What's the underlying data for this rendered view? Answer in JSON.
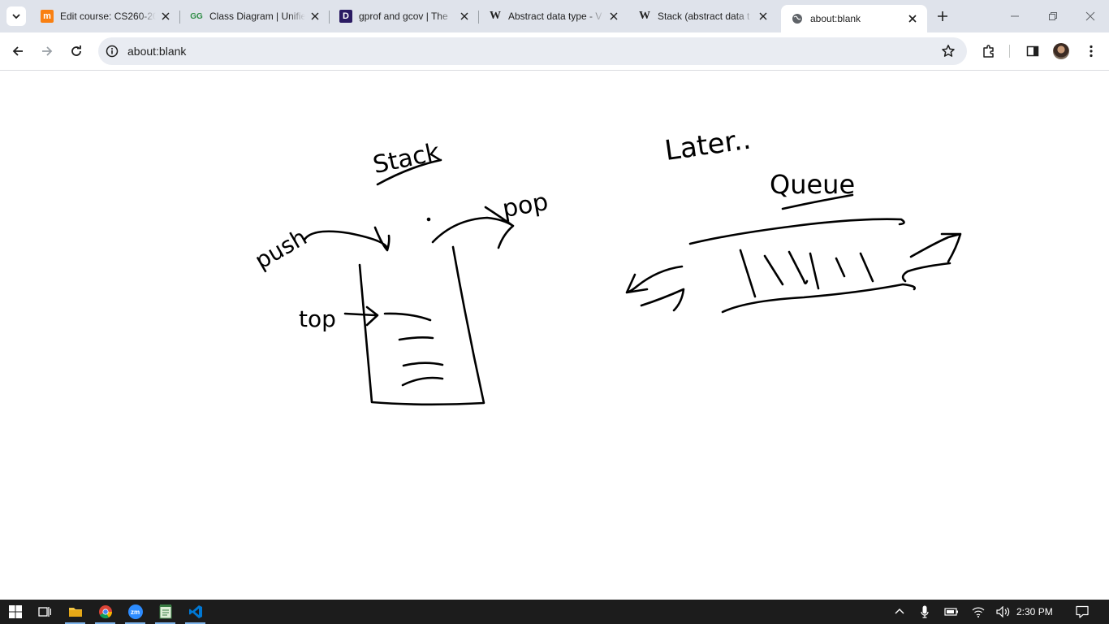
{
  "browser": {
    "tabs": [
      {
        "title": "Edit course: CS260-20",
        "favicon": "moodle-icon"
      },
      {
        "title": "Class Diagram | Unifie",
        "favicon": "geeksforgeeks-icon"
      },
      {
        "title": "gprof and gcov | The",
        "favicon": "dev-d-icon"
      },
      {
        "title": "Abstract data type - V",
        "favicon": "wikipedia-icon"
      },
      {
        "title": "Stack (abstract data t",
        "favicon": "wikipedia-icon"
      },
      {
        "title": "about:blank",
        "favicon": "globe-icon",
        "active": true
      }
    ],
    "address": "about:blank",
    "favicon_letters": {
      "moodle": "m",
      "gfg": "GG",
      "dev": "D",
      "wiki": "W"
    }
  },
  "drawing": {
    "stack_title": "Stack",
    "push_label": "push",
    "pop_label": "pop",
    "top_label": "top",
    "later_label": "Later..",
    "queue_title": "Queue"
  },
  "taskbar": {
    "time": "2:30 PM",
    "pinned": [
      "start-icon",
      "task-view-icon",
      "file-explorer-icon",
      "chrome-icon",
      "zoom-icon",
      "notepad-icon",
      "vscode-icon"
    ],
    "zoom_letters": "zm"
  },
  "colors": {
    "accent": "#1a73e8",
    "ink": "#000000",
    "tabstrip": "#dfe3eb",
    "taskbar": "#1c1c1c"
  }
}
